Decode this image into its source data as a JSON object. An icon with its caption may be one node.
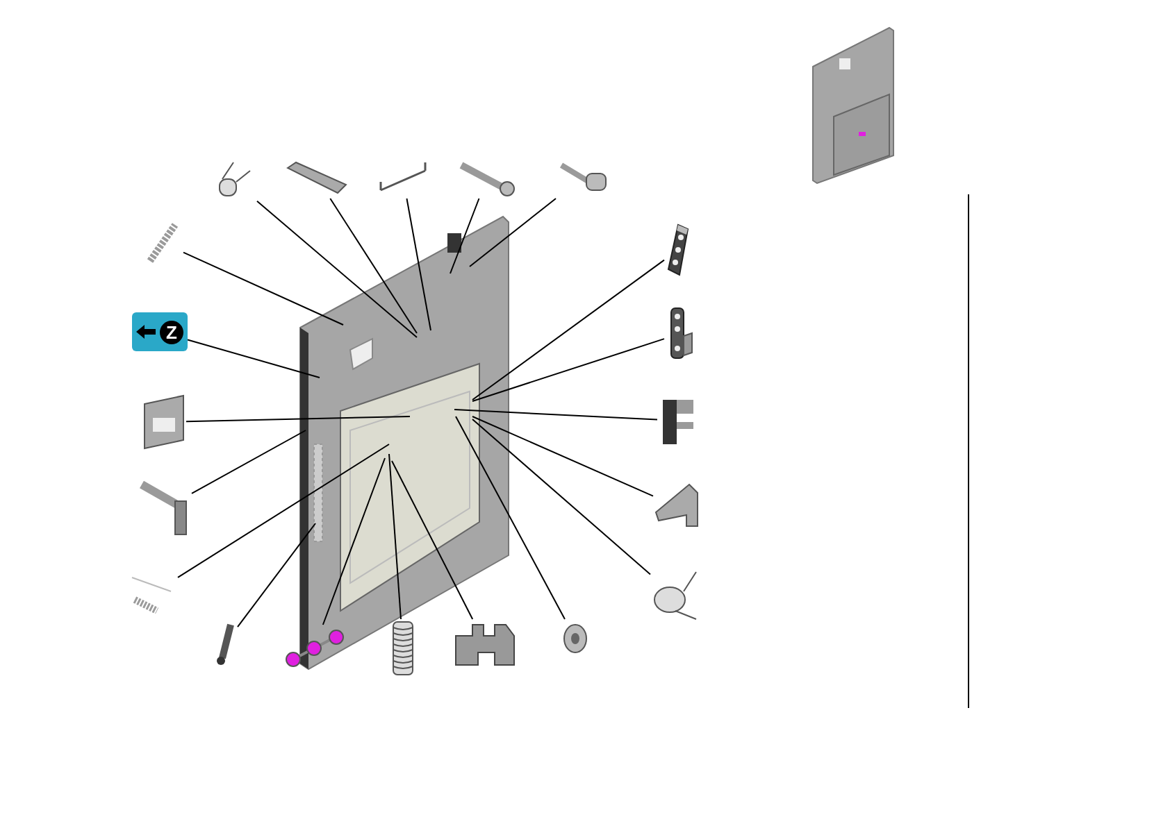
{
  "diagram": {
    "nodes": [
      {
        "text": [],
        "shape": "picture"
      },
      {
        "text": [],
        "shape": "picture"
      },
      {
        "text": [],
        "shape": "picture"
      },
      {
        "text": [],
        "shape": "picture"
      },
      {
        "text": [],
        "shape": "picture"
      },
      {
        "text": [],
        "shape": "picture"
      },
      {
        "text": [
          "Z"
        ]
      },
      {
        "text": [],
        "shape": "picture"
      },
      {
        "text": [],
        "shape": "picture"
      },
      {
        "text": [],
        "shape": "picture"
      },
      {
        "text": [],
        "shape": "picture"
      },
      {
        "text": [],
        "shape": "picture"
      },
      {
        "text": [],
        "shape": "picture"
      },
      {
        "text": [],
        "shape": "picture"
      },
      {
        "text": [],
        "shape": "picture"
      },
      {
        "text": [],
        "shape": "picture"
      },
      {
        "text": [],
        "shape": "picture"
      },
      {
        "text": [],
        "shape": "picture"
      },
      {
        "text": [],
        "shape": "picture"
      },
      {
        "text": [],
        "shape": "picture"
      }
    ],
    "edges": [
      {
        "from": 0,
        "to": null,
        "arrow": "none"
      },
      {
        "from": 1,
        "to": null,
        "arrow": "none"
      },
      {
        "from": 2,
        "to": null,
        "arrow": "none"
      },
      {
        "from": 3,
        "to": null,
        "arrow": "none"
      },
      {
        "from": 4,
        "to": null,
        "arrow": "none"
      },
      {
        "from": 5,
        "to": null,
        "arrow": "none"
      },
      {
        "from": 6,
        "to": null,
        "arrow": "none"
      },
      {
        "from": 7,
        "to": null,
        "arrow": "none"
      },
      {
        "from": 8,
        "to": null,
        "arrow": "none"
      },
      {
        "from": 9,
        "to": null,
        "arrow": "none"
      },
      {
        "from": 10,
        "to": null,
        "arrow": "none"
      },
      {
        "from": 11,
        "to": null,
        "arrow": "none"
      },
      {
        "from": 12,
        "to": null,
        "arrow": "none"
      },
      {
        "from": 13,
        "to": null,
        "arrow": "none"
      },
      {
        "from": 14,
        "to": null,
        "arrow": "none"
      },
      {
        "from": 15,
        "to": null,
        "arrow": "none"
      },
      {
        "from": 16,
        "to": null,
        "arrow": "none"
      },
      {
        "from": 17,
        "to": null,
        "arrow": "none"
      },
      {
        "from": 18,
        "to": null,
        "arrow": "none"
      },
      {
        "from": 19,
        "to": null,
        "arrow": "none"
      }
    ]
  }
}
